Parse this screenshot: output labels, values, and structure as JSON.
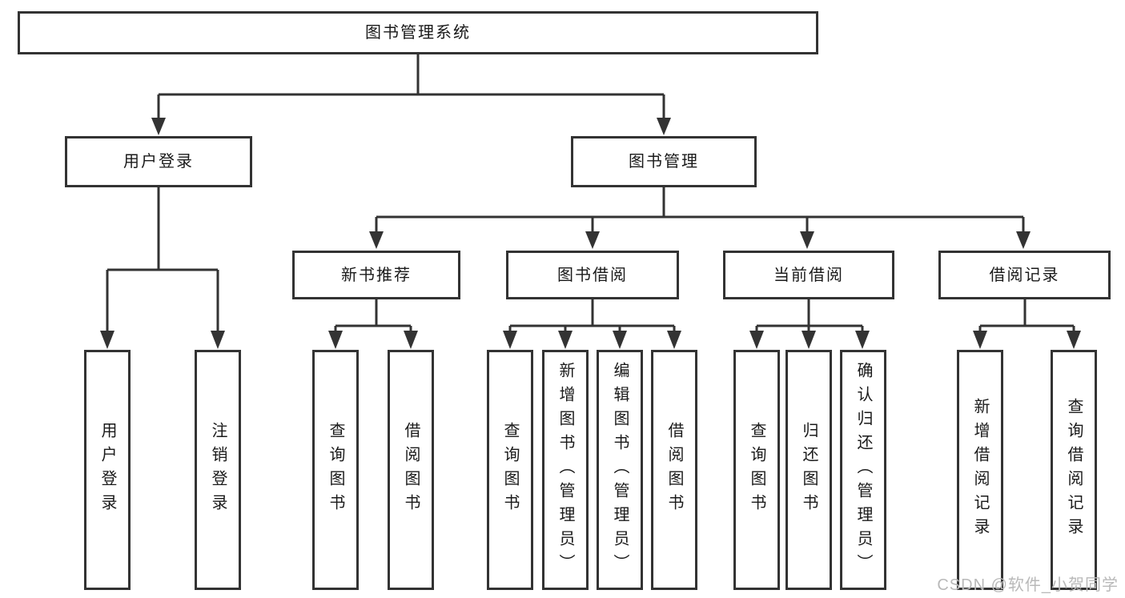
{
  "diagram": {
    "tree": {
      "label": "图书管理系统",
      "children": [
        {
          "label": "用户登录",
          "children": [
            {
              "label": "用户登录"
            },
            {
              "label": "注销登录"
            }
          ]
        },
        {
          "label": "图书管理",
          "children": [
            {
              "label": "新书推荐",
              "children": [
                {
                  "label": "查询图书"
                },
                {
                  "label": "借阅图书"
                }
              ]
            },
            {
              "label": "图书借阅",
              "children": [
                {
                  "label": "查询图书"
                },
                {
                  "label": "新增图书（管理员）"
                },
                {
                  "label": "编辑图书（管理员）"
                },
                {
                  "label": "借阅图书"
                }
              ]
            },
            {
              "label": "当前借阅",
              "children": [
                {
                  "label": "查询图书"
                },
                {
                  "label": "归还图书"
                },
                {
                  "label": "确认归还（管理员）"
                }
              ]
            },
            {
              "label": "借阅记录",
              "children": [
                {
                  "label": "新增借阅记录"
                },
                {
                  "label": "查询借阅记录"
                }
              ]
            }
          ]
        }
      ]
    }
  },
  "watermark": "CSDN @软件_小贺同学",
  "colors": {
    "line": "#333333",
    "text": "#1a1a1a",
    "watermark": "#b9b9b9"
  }
}
